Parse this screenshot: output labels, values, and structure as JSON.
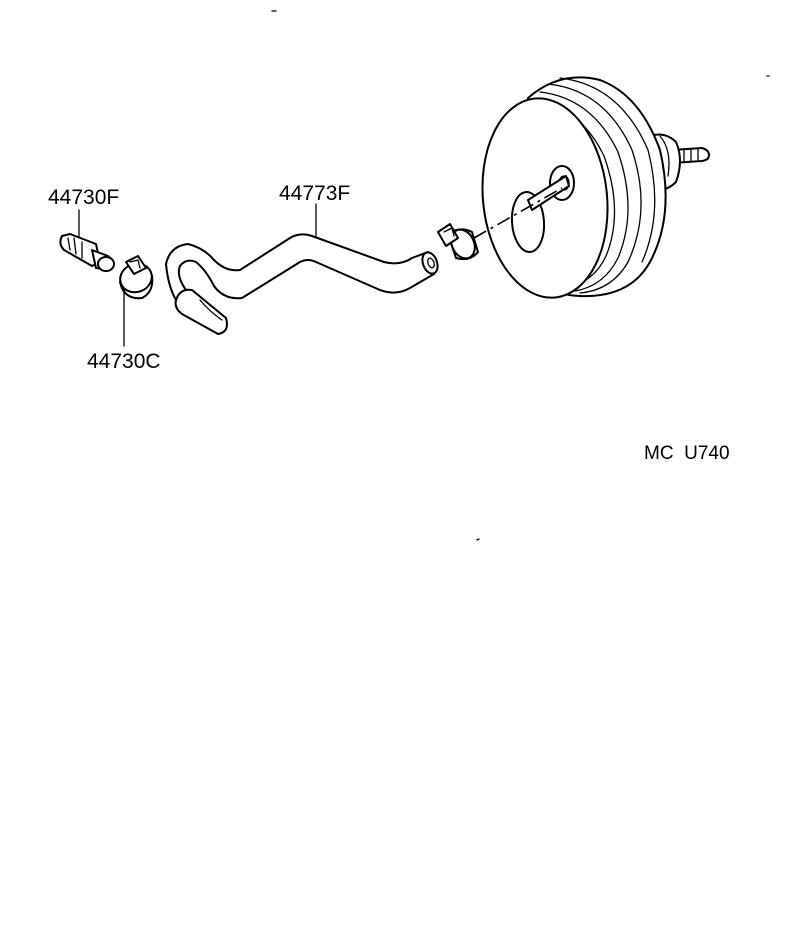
{
  "labels": {
    "check_valve": "44730F",
    "hose": "44773F",
    "clamp": "44730C",
    "diagram_code": "MC  U740"
  }
}
